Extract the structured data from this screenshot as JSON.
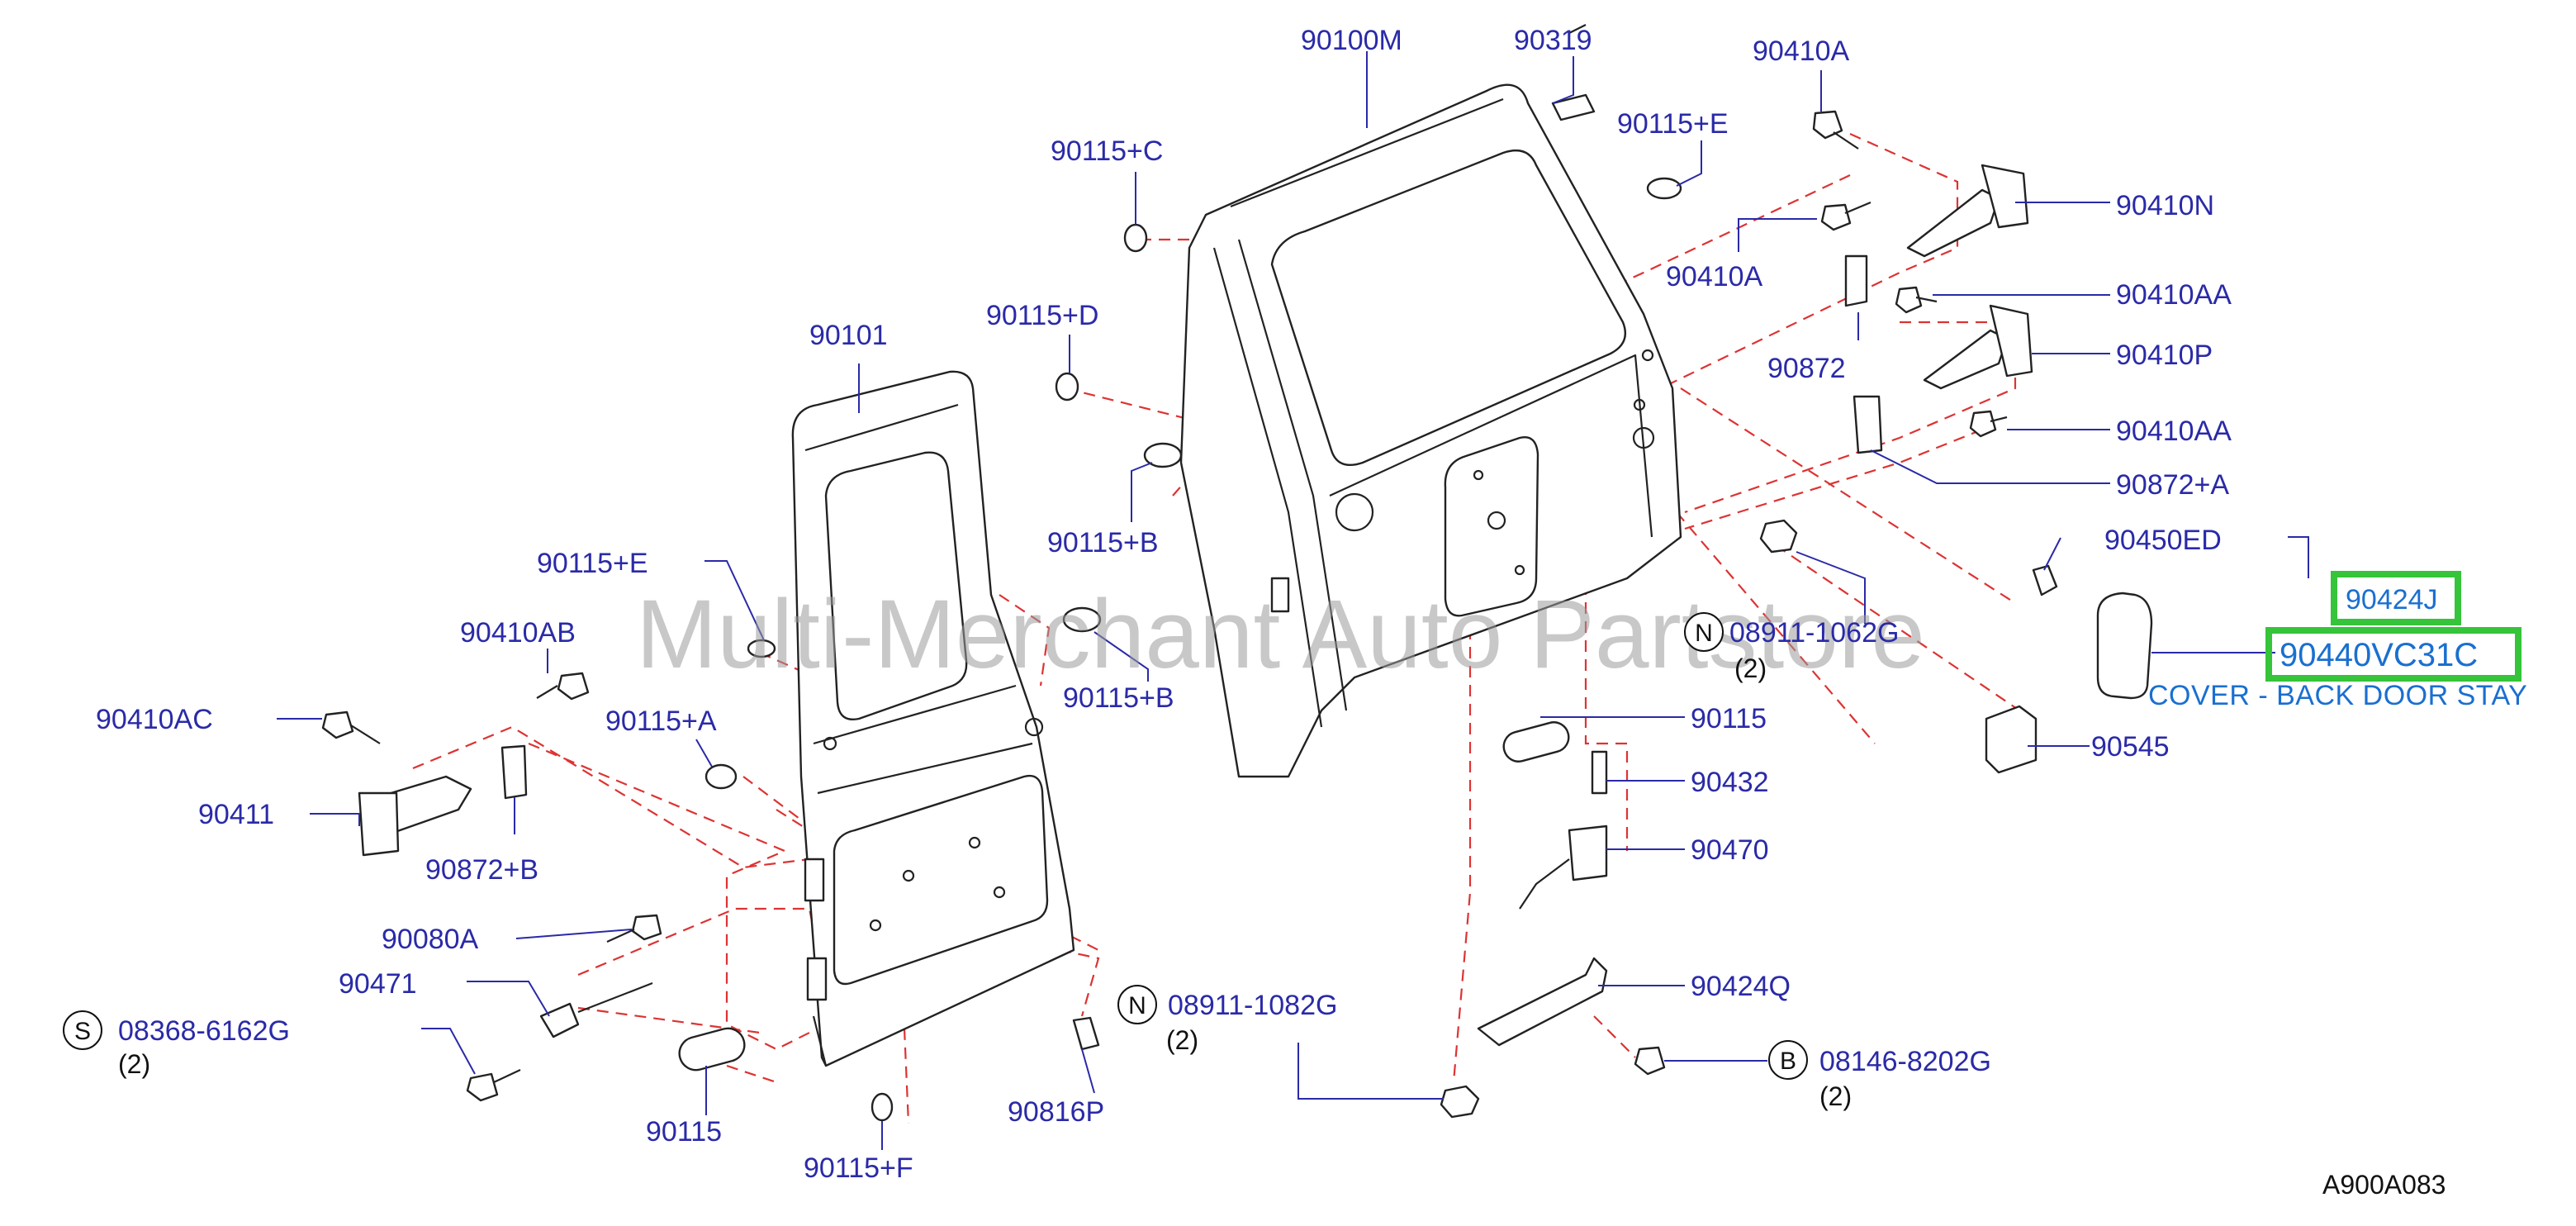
{
  "watermark": "Multi-Merchant Auto Partstore",
  "diagram_code": "A900A083",
  "labels": {
    "l_90100M": "90100M",
    "l_90319": "90319",
    "l_90410A_1": "90410A",
    "l_90115E_1": "90115+E",
    "l_90115C": "90115+C",
    "l_90410N": "90410N",
    "l_90410A_2": "90410A",
    "l_90410AA_1": "90410AA",
    "l_90101": "90101",
    "l_90115D": "90115+D",
    "l_90872": "90872",
    "l_90410P": "90410P",
    "l_90410AA_2": "90410AA",
    "l_90872A": "90872+A",
    "l_90115B_1": "90115+B",
    "l_90450ED": "90450ED",
    "l_90115E_2": "90115+E",
    "l_90424J": "90424J",
    "l_90410AB": "90410AB",
    "l_08911_1062G": "08911-1062G",
    "l_90440VC31C": "90440VC31C",
    "l_90115B_2": "90115+B",
    "l_90410AC": "90410AC",
    "l_90115A": "90115+A",
    "l_90115_1": "90115",
    "l_90545": "90545",
    "l_90411": "90411",
    "l_90432": "90432",
    "l_90872B": "90872+B",
    "l_90470": "90470",
    "l_90080A": "90080A",
    "l_90471": "90471",
    "l_90424Q": "90424Q",
    "l_08911_1082G": "08911-1082G",
    "l_08368_6162G": "08368-6162G",
    "l_08146_8202G": "08146-8202G",
    "l_90816P": "90816P",
    "l_90115_2": "90115",
    "l_90115F": "90115+F"
  },
  "quantities": {
    "q_1062G": "(2)",
    "q_1082G": "(2)",
    "q_6162G": "(2)",
    "q_8202G": "(2)"
  },
  "symbols": {
    "s_N1": "N",
    "s_N2": "N",
    "s_S": "S",
    "s_B": "B"
  },
  "callout": {
    "text": "COVER - BACK DOOR STAY",
    "highlight_color": "#35c43a",
    "text_color": "#1a6fd0"
  }
}
